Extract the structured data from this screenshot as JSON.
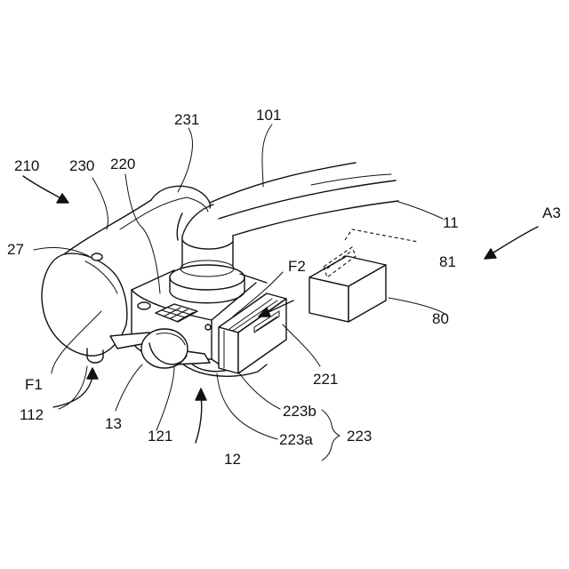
{
  "labels": {
    "l101": "101",
    "l231": "231",
    "l210": "210",
    "l230": "230",
    "l220": "220",
    "l27": "27",
    "lA3": "A3",
    "l11": "11",
    "l81": "81",
    "lF2": "F2",
    "l80": "80",
    "lF1": "F1",
    "l221": "221",
    "l112": "112",
    "l13": "13",
    "l121": "121",
    "l223b": "223b",
    "l223": "223",
    "l223a": "223a",
    "l12": "12"
  }
}
